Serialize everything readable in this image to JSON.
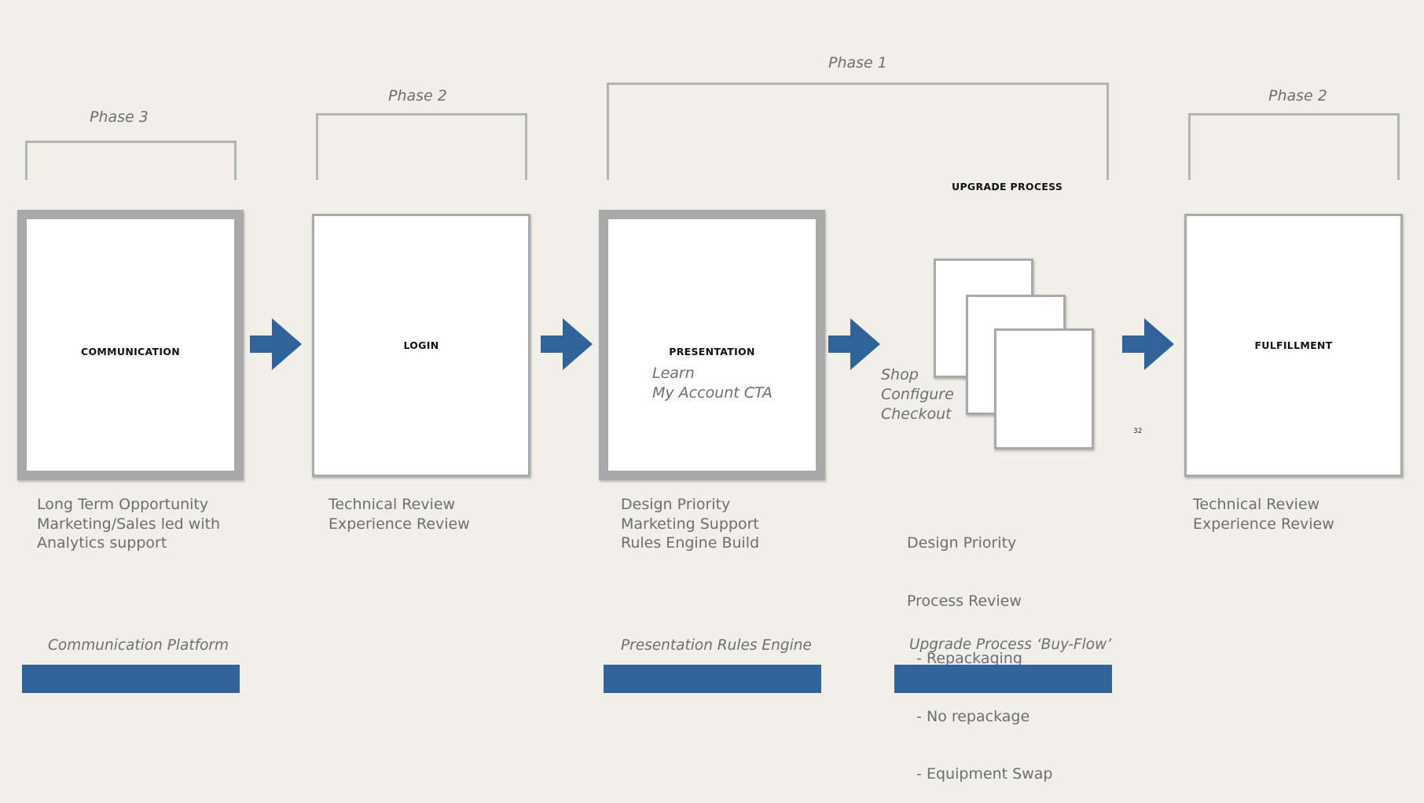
{
  "phases": [
    {
      "label": "Phase 3"
    },
    {
      "label": "Phase 2"
    },
    {
      "label": "Phase 1"
    },
    {
      "label": "Phase 2"
    }
  ],
  "stages": {
    "communication": {
      "title": "COMMUNICATION"
    },
    "login": {
      "title": "LOGIN"
    },
    "presentation": {
      "title": "PRESENTATION",
      "notes": [
        "Learn",
        "My Account CTA"
      ]
    },
    "upgrade": {
      "title": "UPGRADE PROCESS",
      "notes": [
        "Shop",
        "Configure",
        "Checkout"
      ],
      "page_number": "32"
    },
    "fulfillment": {
      "title": "FULFILLMENT"
    }
  },
  "descriptions": {
    "communication": [
      "Long Term Opportunity",
      "Marketing/Sales led with",
      "Analytics support"
    ],
    "login": [
      "Technical Review",
      "Experience Review"
    ],
    "presentation": [
      "Design Priority",
      "Marketing Support",
      "Rules Engine Build"
    ],
    "upgrade": [
      "Design Priority",
      "Process Review",
      "  - Repackaging",
      "  - No repackage",
      "  - Equipment Swap"
    ],
    "fulfillment": [
      "Technical Review",
      "Experience Review"
    ]
  },
  "platforms": [
    {
      "label": "Communication Platform"
    },
    {
      "label": "Presentation Rules Engine"
    },
    {
      "label": "Upgrade Process ‘Buy-Flow’"
    }
  ],
  "colors": {
    "background": "#f0efe9",
    "accent_blue": "#31639b",
    "box_border": "#a9a9a9",
    "bracket": "#b3b3b3",
    "text_gray": "#6e6e6e"
  },
  "icons": [
    "arrow-right-icon"
  ]
}
